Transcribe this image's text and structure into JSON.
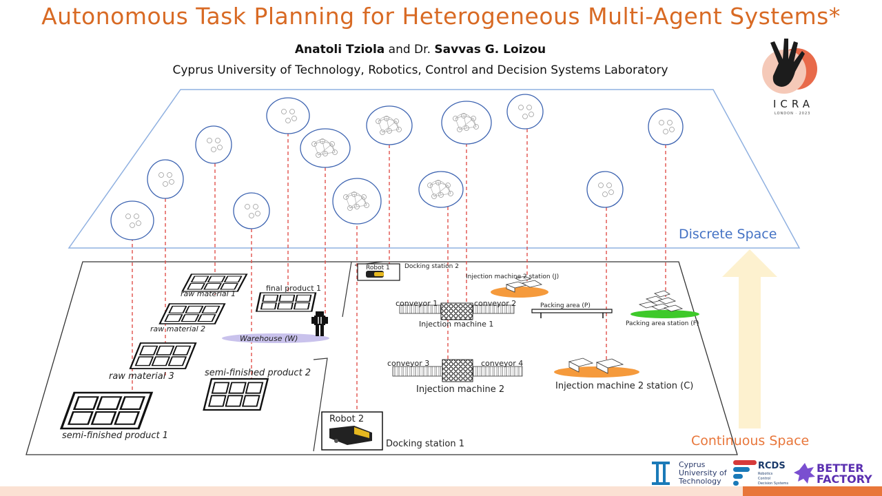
{
  "title": "Autonomous Task Planning for Heterogeneous Multi-Agent Systems*",
  "authors": {
    "author1": "Anatoli Tziola",
    "connector": "and Dr.",
    "author2": "Savvas G. Loizou"
  },
  "affiliation": "Cyprus University of Technology, Robotics, Control and Decision Systems Laboratory",
  "labels": {
    "discrete_space": "Discrete Space",
    "continuous_space": "Continuous Space",
    "raw_material_1": "raw material 1",
    "raw_material_2": "raw material 2",
    "raw_material_3": "raw material 3",
    "final_product_1": "final product 1",
    "warehouse": "Warehouse (W)",
    "semi_finished_product_2": "semi-finished product 2",
    "semi_finished_product_1": "semi-finished product 1",
    "robot_1": "Robot 1",
    "docking_station_2": "Docking station 2",
    "robot_2": "Robot 2",
    "docking_station_1": "Docking station 1",
    "injection_machine_2_station_j": "Injection machine 2 station (J)",
    "conveyor_1": "conveyor 1",
    "conveyor_2": "conveyor 2",
    "injection_machine_1": "Injection machine 1",
    "packing_area_p": "Packing area (P)",
    "packing_area_station_f": "Packing area station (F)",
    "conveyor_3": "conveyor 3",
    "conveyor_4": "conveyor 4",
    "injection_machine_2": "Injection machine 2",
    "injection_machine_2_station_c": "Injection machine 2 station (C)"
  },
  "icra": {
    "text": "ICRA",
    "sub": "LONDON · 2023"
  },
  "logos": {
    "cut_line1": "Cyprus",
    "cut_line2": "University of",
    "cut_line3": "Technology",
    "rcds": "RCDS",
    "rcds_sub1": "Robotics",
    "rcds_sub2": "Control",
    "rcds_sub3": "Decision Systems",
    "bf_line1": "BETTER",
    "bf_line2": "FACTORY"
  },
  "colors": {
    "title": "#d86a24",
    "discrete_plane": "#8fb0e0",
    "dashed_link": "#e0504a",
    "arrow": "#fdf1cf",
    "footer": "#fbe1d3"
  }
}
